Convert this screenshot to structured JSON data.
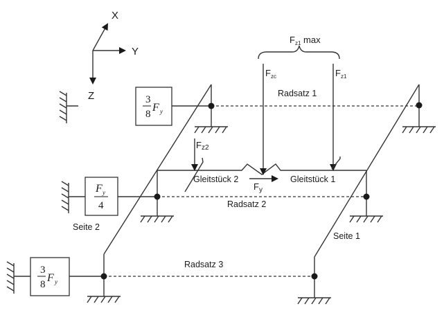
{
  "axes": {
    "x": "X",
    "y": "Y",
    "z": "Z"
  },
  "springs": [
    {
      "id": "spring-radsatz-1",
      "numerator": "3",
      "denominator": "8",
      "symbol": "F",
      "subscript": "y",
      "form": "coefficient"
    },
    {
      "id": "spring-radsatz-2",
      "numerator_symbol": "F",
      "numerator_subscript": "y",
      "denominator": "4",
      "form": "fraction"
    },
    {
      "id": "spring-radsatz-3",
      "numerator": "3",
      "denominator": "8",
      "symbol": "F",
      "subscript": "y",
      "form": "coefficient"
    }
  ],
  "labels": {
    "radsatz1": "Radsatz 1",
    "radsatz2": "Radsatz 2",
    "radsatz3": "Radsatz 3",
    "gleitstueck1": "Gleitstück 1",
    "gleitstueck2": "Gleitstück 2",
    "seite1": "Seite 1",
    "seite2": "Seite 2"
  },
  "forces": {
    "fz1max": {
      "main": "F",
      "sub": "z1",
      "suffix": " max"
    },
    "fzc": {
      "main": "F",
      "sub": "zc"
    },
    "fz1": {
      "main": "F",
      "sub": "z1"
    },
    "fz2": {
      "main": "F",
      "sub": "z2"
    },
    "fy": {
      "main": "F",
      "sub": "y"
    }
  },
  "colors": {
    "line": "#333333",
    "node": "#1a1a1a",
    "background": "#ffffff"
  }
}
